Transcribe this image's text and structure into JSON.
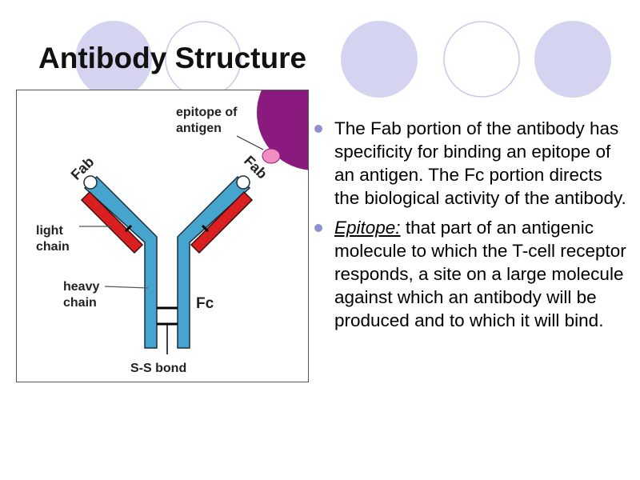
{
  "slide": {
    "title": "Antibody Structure"
  },
  "diagram": {
    "labels": {
      "epitope_line1": "epitope of",
      "epitope_line2": "antigen",
      "fab_left": "Fab",
      "fab_right": "Fab",
      "light_line1": "light",
      "light_line2": "chain",
      "heavy_line1": "heavy",
      "heavy_line2": "chain",
      "fc": "Fc",
      "ss_bond": "S-S bond"
    }
  },
  "bullets": {
    "item1": {
      "text": "The Fab portion of the antibody has specificity for binding an epitope of an antigen. The Fc portion directs the biological activity of the antibody."
    },
    "item2": {
      "term": "Epitope:",
      "text": " that part of an antigenic molecule to which the T-cell receptor responds, a site on a large molecule against which an antibody will be produced and to which it will bind."
    }
  },
  "colors": {
    "heavy_chain": "#45A5CF",
    "light_chain": "#D91F1F",
    "antigen": "#8B1A7E",
    "epitope": "#F08FBF",
    "deco_circle": "#D2D2F0",
    "bullet": "#8E90D0"
  }
}
